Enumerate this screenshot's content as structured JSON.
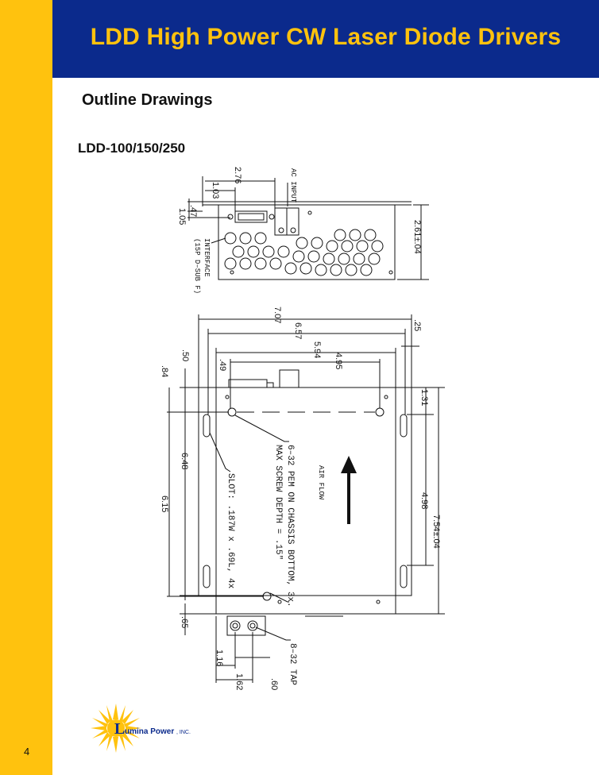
{
  "header": {
    "title": "LDD High Power CW Laser Diode Drivers"
  },
  "section": {
    "title": "Outline Drawings"
  },
  "model": {
    "title": "LDD-100/150/250"
  },
  "top_view": {
    "dims": {
      "d276": "2.76",
      "d103": "1.03",
      "d47": ".47",
      "d105": "1.05",
      "d261": "2.61±.04"
    },
    "labels": {
      "ac_input": "AC INPUT",
      "interface": "INTERFACE",
      "dsub": "(15P D–SUB F)"
    }
  },
  "main_view": {
    "dims": {
      "d707": "7.07",
      "d657": "6.57",
      "d594": "5.94",
      "d495": "4.95",
      "d49": ".49",
      "d25": ".25",
      "d50": ".50",
      "d84": ".84",
      "d648": "6.48",
      "d615": "6.15",
      "d65": ".65",
      "d131": "1.31",
      "d498": "4.98",
      "d754": "7.54±.04",
      "d116": "1.16",
      "d162": "1.62",
      "d60": ".60"
    },
    "labels": {
      "air_flow": "AIR FLOW",
      "pem_line1": "6–32 PEM ON CHASSIS BOTTOM, 3x.",
      "pem_line2": "MAX SCREW DEPTH = .15\"",
      "slot": "SLOT: .187W x .69L, 4x",
      "tap": "8–32 TAP"
    }
  },
  "footer": {
    "page_number": "4",
    "logo_text": "umina Power",
    "logo_initial": "L",
    "logo_suffix": ", INC."
  },
  "colors": {
    "accent": "#FFC20E",
    "header_bg": "#0B2A8C"
  }
}
